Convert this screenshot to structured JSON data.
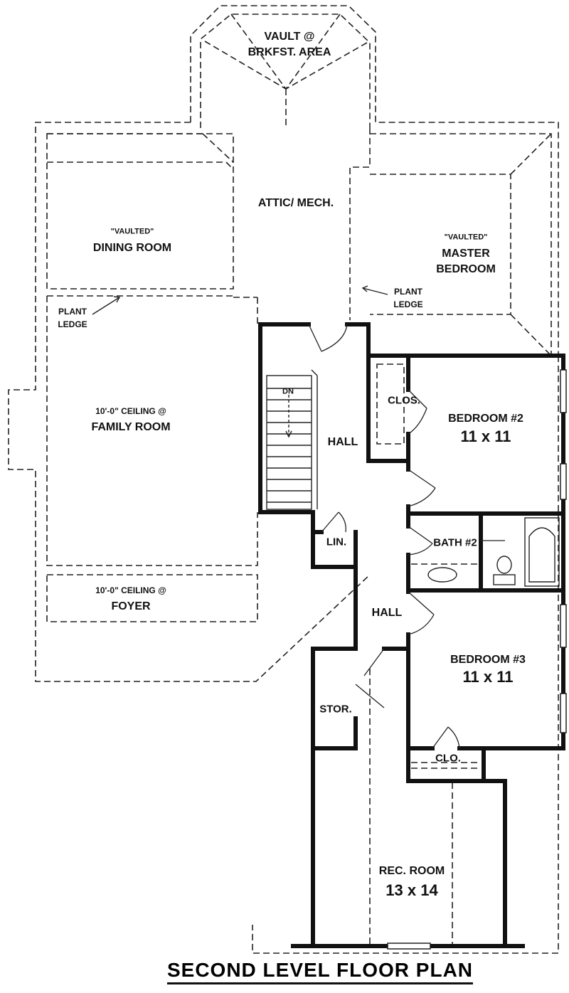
{
  "title": "SECOND LEVEL FLOOR PLAN",
  "rooms": {
    "vault_line1": "VAULT @",
    "vault_line2": "BRKFST. AREA",
    "attic": "ATTIC/ MECH.",
    "dining_note": "\"VAULTED\"",
    "dining": "DINING ROOM",
    "master_note": "\"VAULTED\"",
    "master_line1": "MASTER",
    "master_line2": "BEDROOM",
    "plant_ledge_word1": "PLANT",
    "plant_ledge_word2": "LEDGE",
    "family_note": "10'-0\" CEILING @",
    "family": "FAMILY ROOM",
    "foyer_note": "10'-0\" CEILING @",
    "foyer": "FOYER",
    "stair_dn": "DN",
    "hall": "HALL",
    "clos": "CLOS.",
    "bedroom2": "BEDROOM #2",
    "bedroom2_size": "11 x 11",
    "lin": "LIN.",
    "bath2": "BATH #2",
    "bedroom3": "BEDROOM #3",
    "bedroom3_size": "11 x 11",
    "stor": "STOR.",
    "clo": "CLO.",
    "rec": "REC. ROOM",
    "rec_size": "13 x 14"
  }
}
